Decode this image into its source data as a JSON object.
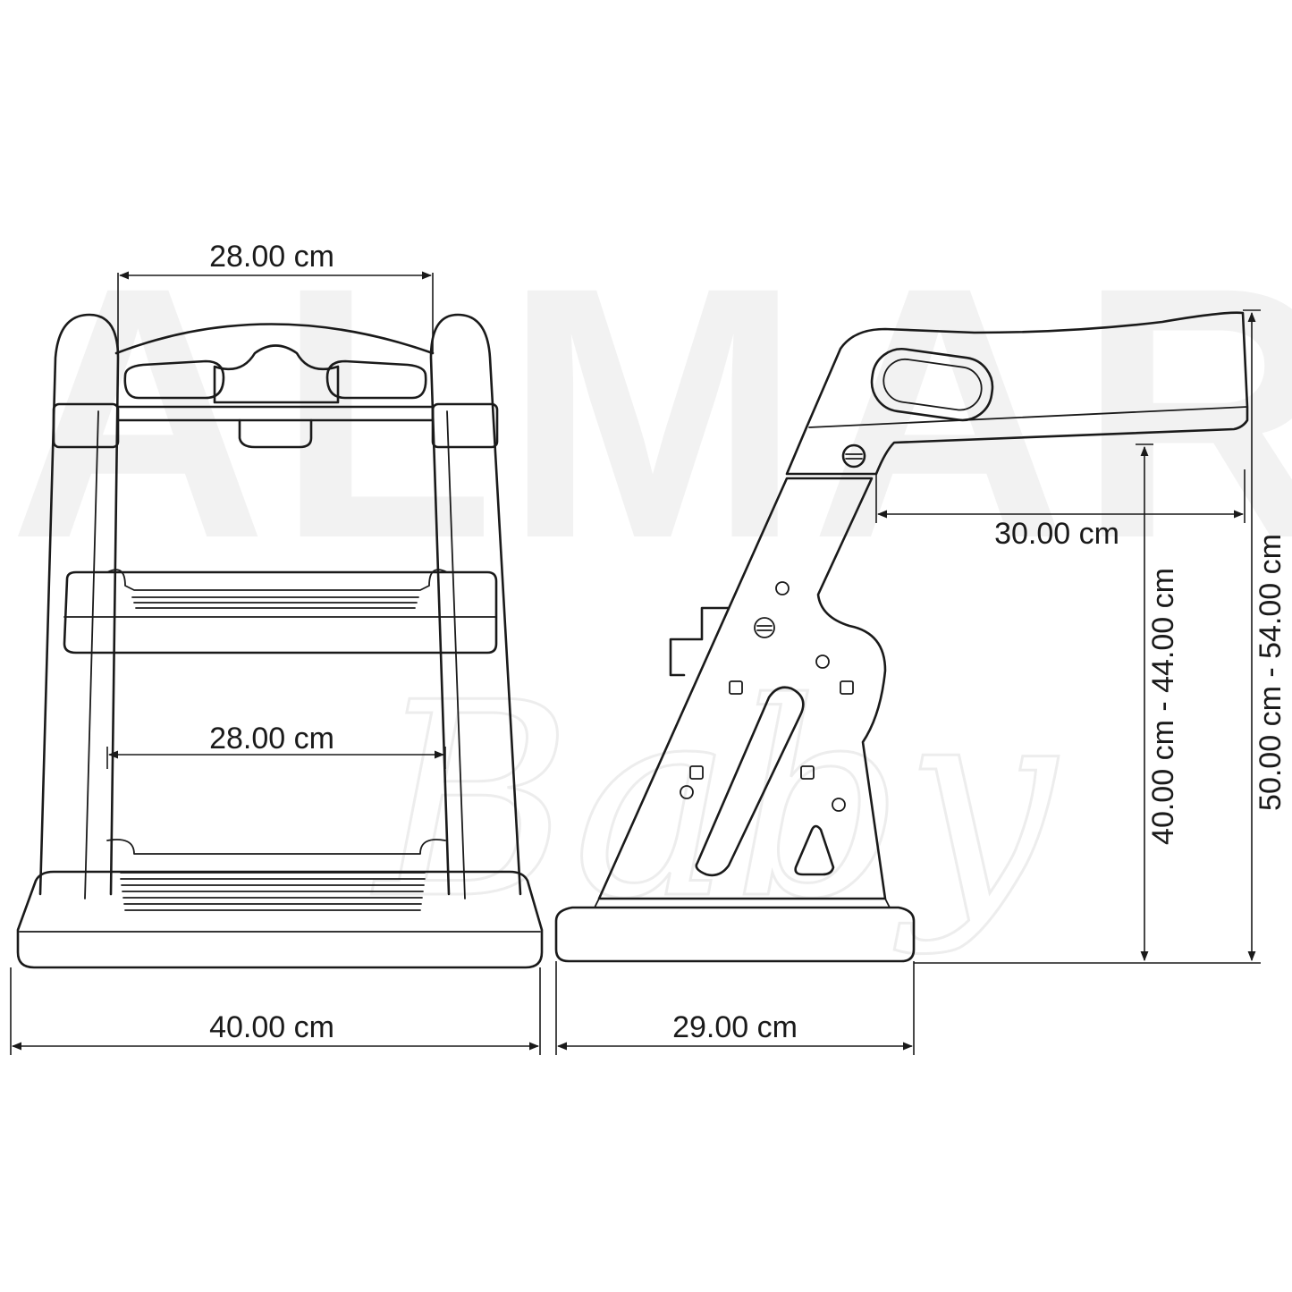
{
  "watermark": {
    "brand": "ALMAR",
    "sub": "Baby"
  },
  "dimensions": {
    "front_top_width": "28.00 cm",
    "front_inner_width": "28.00 cm",
    "front_base_width": "40.00 cm",
    "side_seat_depth": "30.00 cm",
    "side_base_depth": "29.00 cm",
    "side_step_height": "40.00 cm - 44.00 cm",
    "side_total_height": "50.00 cm - 54.00 cm"
  },
  "colors": {
    "ink": "#1a1a1a",
    "watermark": "#f2f2f2"
  }
}
